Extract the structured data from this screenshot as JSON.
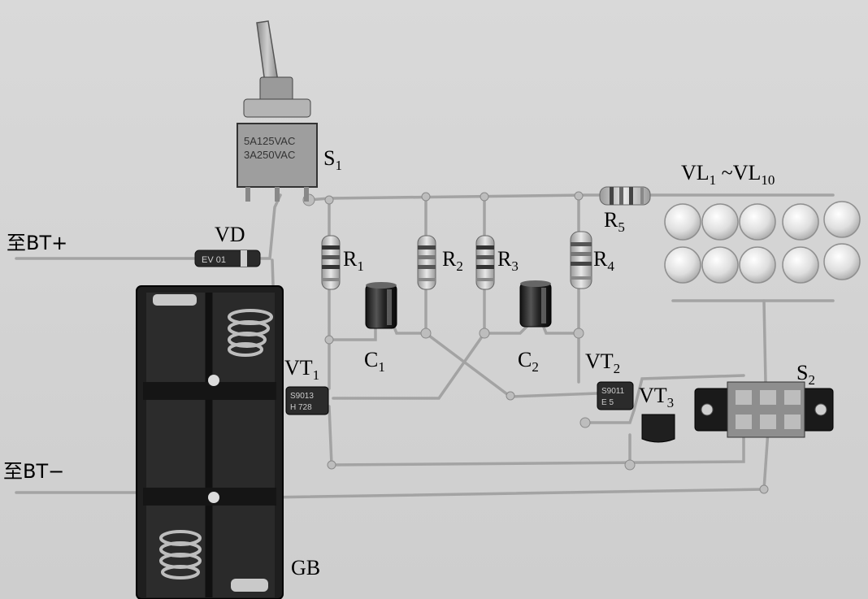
{
  "labels": {
    "s1": {
      "main": "S",
      "sub": "1"
    },
    "vl": {
      "main1": "VL",
      "sub1": "1",
      "sep": " ~VL",
      "sub2": "10"
    },
    "bt_plus": "至BT+",
    "vd": "VD",
    "r5": {
      "main": "R",
      "sub": "5"
    },
    "r1": {
      "main": "R",
      "sub": "1"
    },
    "r2": {
      "main": "R",
      "sub": "2"
    },
    "r3": {
      "main": "R",
      "sub": "3"
    },
    "r4": {
      "main": "R",
      "sub": "4"
    },
    "vt1": {
      "main": "VT",
      "sub": "1"
    },
    "c1": {
      "main": "C",
      "sub": "1"
    },
    "c2": {
      "main": "C",
      "sub": "2"
    },
    "vt2": {
      "main": "VT",
      "sub": "2"
    },
    "vt3": {
      "main": "VT",
      "sub": "3"
    },
    "s2": {
      "main": "S",
      "sub": "2"
    },
    "bt_minus": "至BT−",
    "gb": "GB"
  },
  "component_markings": {
    "switch_line1": "5A125VAC",
    "switch_line2": "3A250VAC",
    "vt1_line1": "S9013",
    "vt1_line2": "H 728",
    "vt2_line1": "S9011",
    "vt2_line2": "E 5",
    "vd_mark": "EV 01"
  },
  "colors": {
    "background": "#d4d4d4",
    "wire": "#a8a8a8",
    "battery_box": "#1e1e1e",
    "text": "#000000"
  }
}
